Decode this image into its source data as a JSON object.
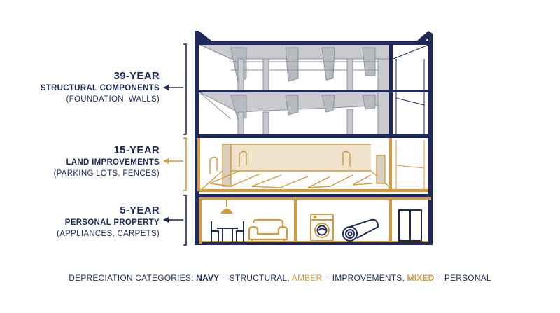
{
  "categories": [
    {
      "years": "39-YEAR",
      "name": "STRUCTURAL COMPONENTS",
      "examples": "(FOUNDATION, WALLS)"
    },
    {
      "years": "15-YEAR",
      "name": "LAND IMPROVEMENTS",
      "examples": "(PARKING LOTS, FENCES)"
    },
    {
      "years": "5-YEAR",
      "name": "PERSONAL PROPERTY",
      "examples": "(APPLIANCES, CARPETS)"
    }
  ],
  "legend": {
    "prefix": "DEPRECIATION CATEGORIES: ",
    "navy_key": "NAVY",
    "navy_rest": " = STRUCTURAL, ",
    "amber_key": "AMBER",
    "amber_rest": " = IMPROVEMENTS, ",
    "mixed_key": "MIXED",
    "mixed_rest": " = PERSONAL"
  },
  "colors": {
    "navy": "#1d2a5b",
    "amber": "#d49a3e",
    "gray": "#c9cbd0"
  },
  "icons": [
    "pendant-lamp-icon",
    "dining-table-icon",
    "sofa-icon",
    "washing-machine-icon",
    "rolled-carpet-icon",
    "elevator-icon"
  ]
}
